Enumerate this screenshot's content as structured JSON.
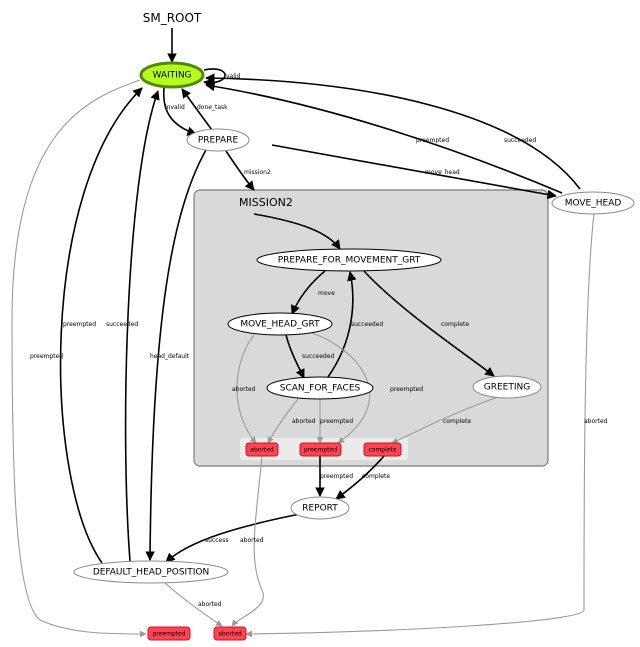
{
  "root": {
    "label": "SM_ROOT"
  },
  "container": {
    "title": "MISSION2"
  },
  "colors": {
    "active_state_fill": "#b6ff1a",
    "active_state_stroke": "#4d8c00",
    "outcome_fill": "#fd4453",
    "container_fill": "#d9d9d9"
  },
  "states": {
    "waiting": "WAITING",
    "prepare": "PREPARE",
    "move_head": "MOVE_HEAD",
    "default_head_position": "DEFAULT_HEAD_POSITION",
    "report": "REPORT",
    "prepare_for_movement_grt": "PREPARE_FOR_MOVEMENT_GRT",
    "move_head_grt": "MOVE_HEAD_GRT",
    "scan_for_faces": "SCAN_FOR_FACES",
    "greeting": "GREETING"
  },
  "outcomes": {
    "root_preempted": "preempted",
    "root_aborted": "aborted",
    "m2_aborted": "aborted",
    "m2_preempted": "preempted",
    "m2_complete": "complete"
  },
  "edge_labels": {
    "valid": "valid",
    "invalid": "invalid",
    "done_task": "done_task",
    "mission2": "mission2",
    "move_head": "move_head",
    "preempted_movehead_waiting": "preempted",
    "succeeded_movehead_waiting": "succeeded",
    "aborted_movehead": "aborted",
    "preempted_default_waiting": "preempted",
    "succeeded_default_waiting": "succeeded",
    "head_default": "head_default",
    "preempted_outer": "preempted",
    "move": "move",
    "succeeded_scan": "succeeded",
    "succeeded_movegrt": "succeeded",
    "complete_prep": "complete",
    "aborted_movegrt": "aborted",
    "preempted_movegrt": "preempted",
    "aborted_scan": "aborted",
    "preempted_scan": "preempted",
    "complete_greeting": "complete",
    "preempted_report": "preempted",
    "complete_report": "complete",
    "success": "success",
    "aborted_mission2": "aborted",
    "aborted_default": "aborted"
  }
}
